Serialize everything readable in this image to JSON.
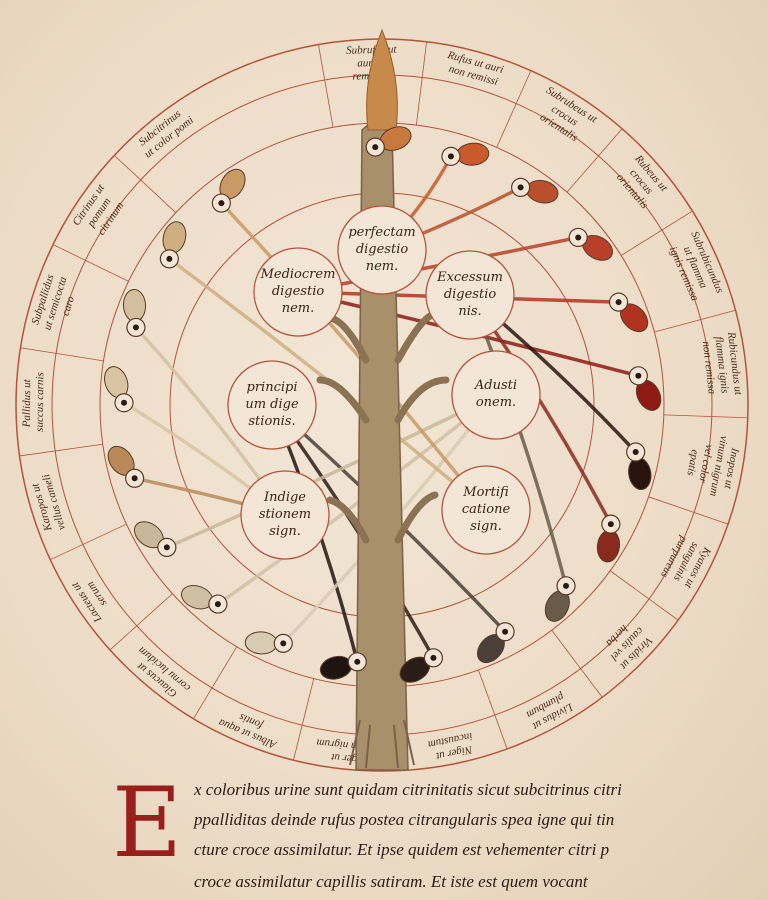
{
  "diagram": {
    "inner_circles": [
      {
        "id": "perfecta",
        "text": [
          "perfectam",
          "digestio",
          "nem."
        ]
      },
      {
        "id": "mediocrem",
        "text": [
          "Mediocrem",
          "digestio",
          "nem."
        ]
      },
      {
        "id": "excessum",
        "text": [
          "Excessum",
          "digestio",
          "nis."
        ]
      },
      {
        "id": "principium",
        "text": [
          "principi",
          "um dige",
          "stionis."
        ]
      },
      {
        "id": "adustionem",
        "text": [
          "Adusti",
          "onem."
        ]
      },
      {
        "id": "indigestionem",
        "text": [
          "Indige",
          "stionem",
          "sign."
        ]
      },
      {
        "id": "mortificationem",
        "text": [
          "Mortifi",
          "catione",
          "sign."
        ]
      }
    ],
    "ring_labels": [
      "Subrufus ut aurum remissum",
      "Rufus ut auri non remissi",
      "Subrubeus ut crocus orientalis",
      "Rubeus ut crocus orientalis",
      "Subrubicundus ut flamma ignis remissa",
      "Rubicundus ut flamma ignis non remissa",
      "Inopos ut vinum nigrum vel color epatis",
      "Kyanos ut sanguinis purpureus",
      "Viridis ut caulis vel herba",
      "Lividus ut plumbum",
      "Niger ut incaustum",
      "Niger ut corium nigrum",
      "Albus ut aqua fontis",
      "Glaucus ut cornu lucidum",
      "Lacteus ut serum",
      "Karopos ut vellus cameli",
      "Pallidus ut succus carnis",
      "Subpallidus ut semicocta caro",
      "Citrinus ut pomum citrinum",
      "Subcitrinus ut color pomi"
    ],
    "flask_colors": [
      "#c87a3e",
      "#c85a2c",
      "#b8502c",
      "#b8402a",
      "#b23220",
      "#8e1a14",
      "#2a1410",
      "#8a2a1e",
      "#6a5a48",
      "#4a4038",
      "#2a1c16",
      "#1e1410",
      "#d8cbb4",
      "#cfc0a4",
      "#c9b79a",
      "#b88a5a",
      "#d8c4a2",
      "#d4c0a0",
      "#cfae82",
      "#c99a64"
    ]
  },
  "text": {
    "initial": "E",
    "lines": [
      "x coloribus urine sunt quidam citrinitatis sicut subcitrinus citri",
      "ppalliditas deinde rufus postea citrangularis spea igne qui tin",
      "cture croce assimilatur. Et ipse quidem est vehementer citri p",
      "croce assimilatur capillis satiram. Et iste est quem vocant"
    ]
  },
  "colors": {
    "ink": "#2a1a12",
    "rubric": "#9a1f1a",
    "red_line": "#b5533a",
    "tree": "#a8906a"
  }
}
